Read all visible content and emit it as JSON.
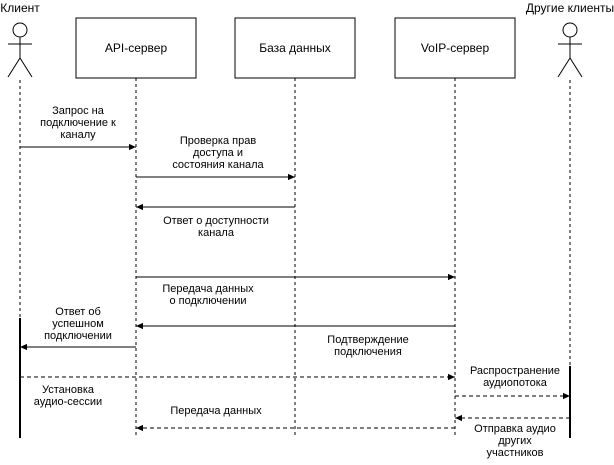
{
  "actors": [
    {
      "id": "client",
      "name": "Клиент"
    },
    {
      "id": "others",
      "name": "Другие клиенты"
    }
  ],
  "participants": [
    {
      "id": "api",
      "name": "API-сервер"
    },
    {
      "id": "db",
      "name": "База данных"
    },
    {
      "id": "voip",
      "name": "VoIP-сервер"
    }
  ],
  "messages": [
    {
      "from": "client",
      "to": "api",
      "style": "solid",
      "text": [
        "Запрос на",
        "подключение к",
        "каналу"
      ]
    },
    {
      "from": "api",
      "to": "db",
      "style": "solid",
      "text": [
        "Проверка прав",
        "доступа и",
        "состояния канала"
      ]
    },
    {
      "from": "db",
      "to": "api",
      "style": "solid",
      "text": [
        "Ответ о доступности",
        "канала"
      ]
    },
    {
      "from": "api",
      "to": "voip",
      "style": "solid",
      "text": [
        "Передача данных",
        "о подключении"
      ]
    },
    {
      "from": "voip",
      "to": "api",
      "style": "solid",
      "text": [
        "Подтверждение",
        "подключения"
      ]
    },
    {
      "from": "api",
      "to": "client",
      "style": "solid",
      "text": [
        "Ответ об",
        "успешном",
        "подключении"
      ]
    },
    {
      "from": "client",
      "to": "voip",
      "style": "dashed",
      "text": [
        "Установка",
        "аудио-сессии"
      ]
    },
    {
      "from": "voip",
      "to": "others",
      "style": "dashed",
      "text": [
        "Распространение",
        "аудиопотока"
      ]
    },
    {
      "from": "others",
      "to": "voip",
      "style": "dashed",
      "text": [
        "Отправка аудио",
        "других",
        "участников"
      ]
    },
    {
      "from": "voip",
      "to": "api",
      "style": "dashed",
      "text": [
        "Передача данных"
      ]
    }
  ]
}
